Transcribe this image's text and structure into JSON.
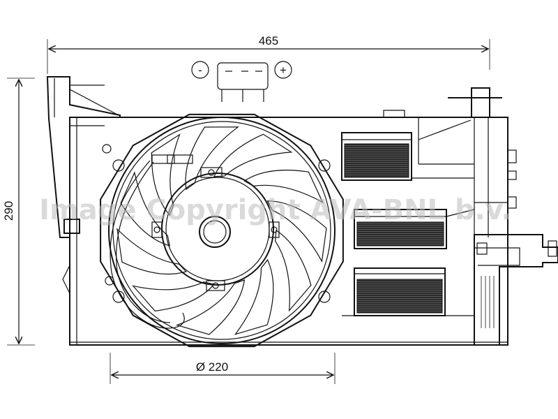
{
  "dimensions": {
    "width_label": "465",
    "height_label": "290",
    "diameter_label": "Ø 220"
  },
  "connector": {
    "minus_symbol": "-",
    "plus_symbol": "+"
  },
  "watermark": "Image Copyright AVA-BNL b.v.",
  "colors": {
    "line": "#111111",
    "watermark": "#bdbdbd",
    "resistor_fill": "#333333"
  }
}
